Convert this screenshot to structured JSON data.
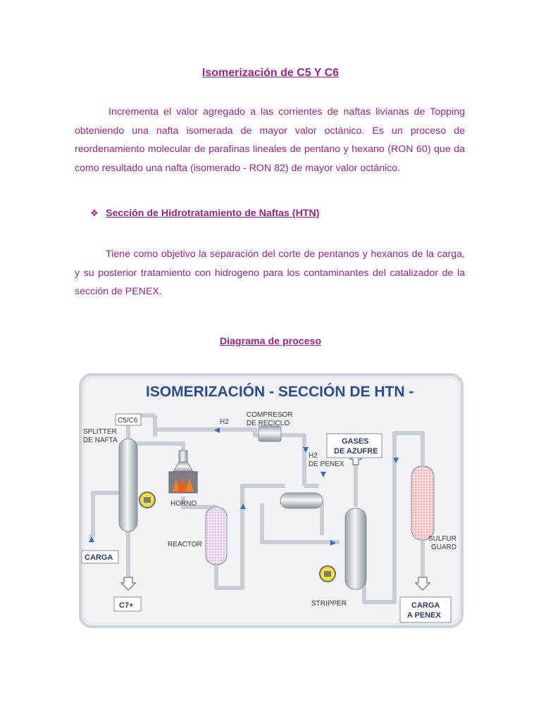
{
  "title": "Isomerización de C5 Y C6",
  "paragraph1": "Incrementa el valor agregado a las corrientes de naftas livianas de Topping obteniendo una nafta isomerada de mayor valor octánico. Es un proceso de reordenamiento molecular de parafinas lineales de pentano y hexano (RON 60) que da como resultado una nafta (isomerado - RON 82) de mayor valor octánico.",
  "bullet": {
    "icon": "diamond-bullet-icon",
    "text": "Sección de Hidrotratamiento de Naftas (HTN)"
  },
  "paragraph2": "Tiene como objetivo la separación del corte de pentanos y hexanos de la carga, y su posterior tratamiento con hidrogeno para los contaminantes del catalizador de la sección de PENEX.",
  "subheading": "Diagrama de proceso",
  "diagram": {
    "header": "ISOMERIZACIÓN - SECCIÓN DE HTN -",
    "labels": {
      "c5c6": "C5/C6",
      "splitter_1": "SPLITTER",
      "splitter_2": "DE NAFTA",
      "compresor_1": "COMPRESOR",
      "compresor_2": "DE RECICLO",
      "h2_top": "H2",
      "gases_1": "GASES",
      "gases_2": "DE AZUFRE",
      "h2_penex_1": "H2",
      "h2_penex_2": "DE PENEX",
      "horno": "HORNO",
      "reactor": "REACTOR",
      "sulfur_1": "SULFUR",
      "sulfur_2": "GUARD",
      "carga": "CARGA",
      "stripper": "STRIPPER",
      "c7": "C7+",
      "carga_penex_1": "CARGA",
      "carga_penex_2": "A PENEX"
    },
    "colors": {
      "header": "#2b4c93",
      "frame": "#cfd3da",
      "pipe": "#c9ced6",
      "flow": "#2f6fc4"
    }
  },
  "colors": {
    "text": "#a1208f"
  }
}
